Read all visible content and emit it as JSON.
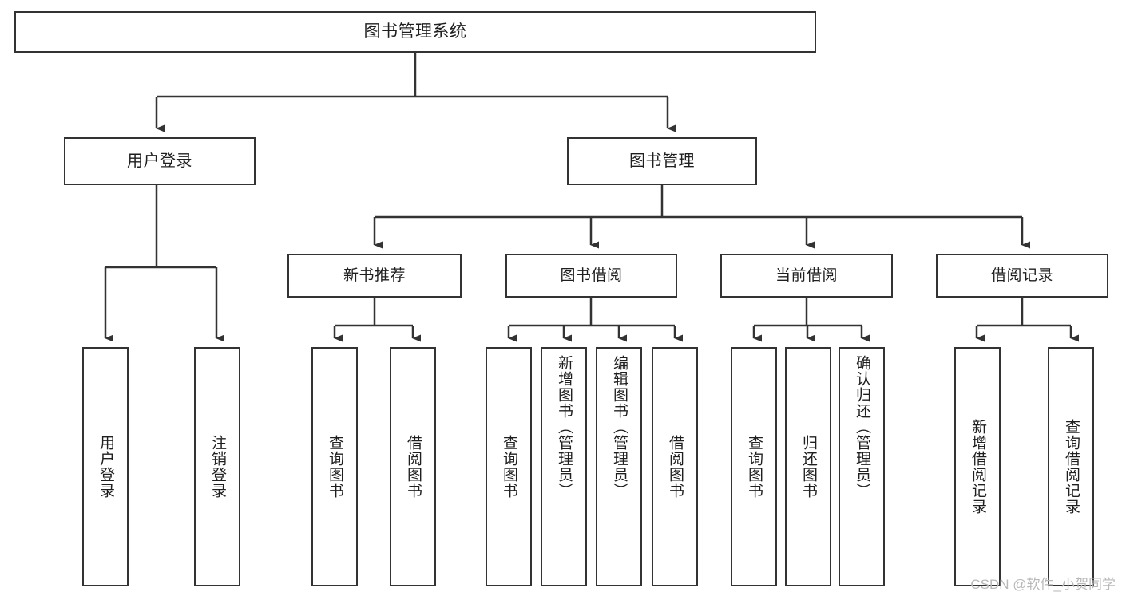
{
  "diagram": {
    "title": "图书管理系统",
    "background_color": "#ffffff",
    "line_color": "#333333",
    "box_border_color": "#333333",
    "text_color": "#1f1f1f",
    "type": "tree-hierarchy-diagram",
    "nodes": {
      "root": {
        "label": "图书管理系统",
        "level": 0
      },
      "l1": [
        {
          "label": "用户登录",
          "level": 1
        },
        {
          "label": "图书管理",
          "level": 1
        }
      ],
      "l2": [
        {
          "label": "新书推荐",
          "level": 2
        },
        {
          "label": "图书借阅",
          "level": 2
        },
        {
          "label": "当前借阅",
          "level": 2
        },
        {
          "label": "借阅记录",
          "level": 2
        }
      ],
      "leaves": [
        {
          "label": "用户登录",
          "parent": "用户登录"
        },
        {
          "label": "注销登录",
          "parent": "用户登录"
        },
        {
          "label": "查询图书",
          "parent": "新书推荐"
        },
        {
          "label": "借阅图书",
          "parent": "新书推荐"
        },
        {
          "label": "查询图书",
          "parent": "图书借阅"
        },
        {
          "label": "新增图书（管理员）",
          "parent": "图书借阅"
        },
        {
          "label": "编辑图书（管理员）",
          "parent": "图书借阅"
        },
        {
          "label": "借阅图书",
          "parent": "图书借阅"
        },
        {
          "label": "查询图书",
          "parent": "当前借阅"
        },
        {
          "label": "归还图书",
          "parent": "当前借阅"
        },
        {
          "label": "确认归还（管理员）",
          "parent": "当前借阅"
        },
        {
          "label": "新增借阅记录",
          "parent": "借阅记录"
        },
        {
          "label": "查询借阅记录",
          "parent": "借阅记录"
        }
      ]
    },
    "watermark": "CSDN @软件_小贺同学"
  }
}
